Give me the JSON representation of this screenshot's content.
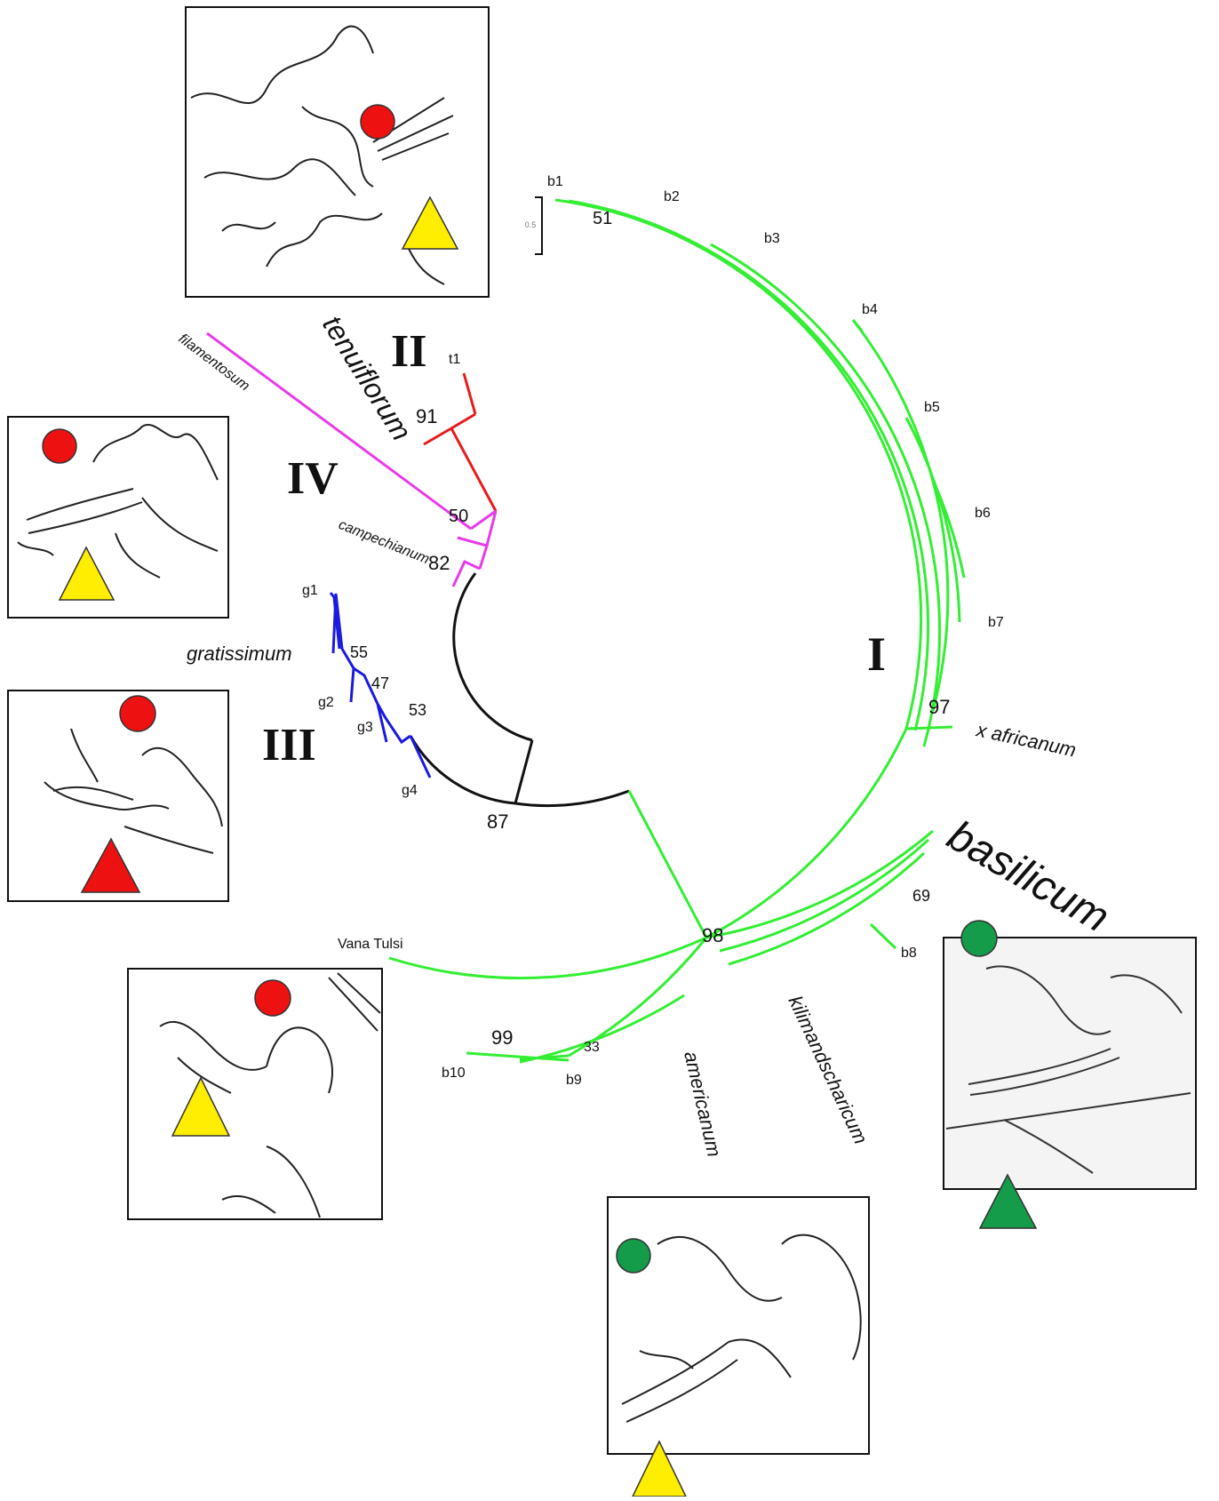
{
  "clades": {
    "I": "I",
    "II": "II",
    "III": "III",
    "IV": "IV"
  },
  "taxa": {
    "tenuiflorum": "tenuiflorum",
    "filamentosum": "filamentosum",
    "campechianum": "campechianum",
    "gratissimum": "gratissimum",
    "x_africanum": "x africanum",
    "basilicum": "basilicum",
    "kilimandscharicum": "kilimandscharicum",
    "americanum": "americanum"
  },
  "tips": {
    "b1": "b1",
    "b2": "b2",
    "b3": "b3",
    "b4": "b4",
    "b5": "b5",
    "b6": "b6",
    "b7": "b7",
    "b8": "b8",
    "b9": "b9",
    "b10": "b10",
    "t1": "t1",
    "g1": "g1",
    "g2": "g2",
    "g3": "g3",
    "g4": "g4",
    "vana_tulsi": "Vana Tulsi"
  },
  "support": {
    "n51": "51",
    "n91": "91",
    "n50": "50",
    "n82": "82",
    "n55": "55",
    "n47": "47",
    "n53": "53",
    "n87": "87",
    "n98": "98",
    "n97": "97",
    "n69": "69",
    "n99": "99",
    "n33": "33"
  },
  "scale_bar": {
    "label": "0.5"
  },
  "colors": {
    "clade_I": "#33ee33",
    "clade_II": "#e81b1b",
    "clade_III": "#1a1ae0",
    "clade_IV": "#e83ae8",
    "backbone": "#111111",
    "marker_red": "#ee1111",
    "marker_yellow": "#ffee00",
    "marker_green": "#149c4a"
  }
}
